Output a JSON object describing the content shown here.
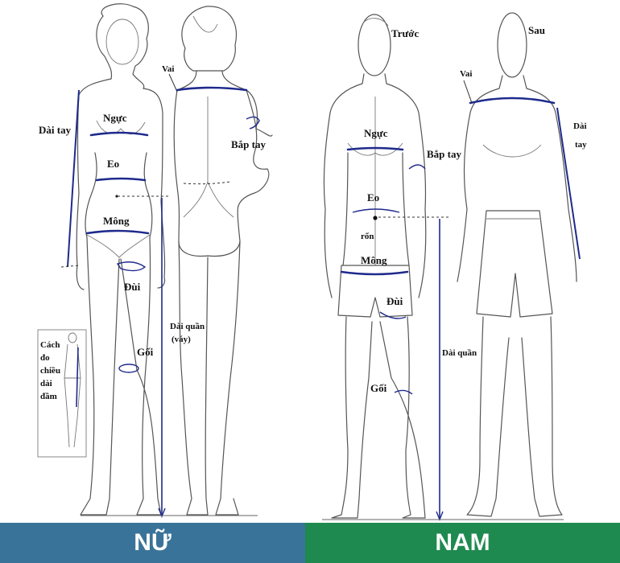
{
  "women": {
    "labels": {
      "sleeve": "Dài tay",
      "chest": "Ngực",
      "waist": "Eo",
      "hip": "Mông",
      "thigh": "Đùi",
      "knee": "Gối",
      "shoulder": "Vai",
      "bicep": "Bắp tay",
      "pants_length_1": "Dài quần",
      "pants_length_2": "(váy)"
    },
    "inset_caption": [
      "Cách",
      "đo",
      "chiều",
      "dài",
      "đầm"
    ]
  },
  "men": {
    "labels": {
      "front": "Trước",
      "back": "Sau",
      "shoulder": "Vai",
      "sleeve_1": "Dài",
      "sleeve_2": "tay",
      "chest": "Ngực",
      "bicep": "Bắp tay",
      "waist": "Eo",
      "navel": "rốn",
      "hip": "Mông",
      "thigh": "Đùi",
      "pants_length": "Dài quần",
      "knee": "Gối"
    }
  },
  "footer": {
    "women_tab": "NỮ",
    "men_tab": "NAM",
    "women_color": "#3a7399",
    "men_color": "#1e8a4f"
  },
  "colors": {
    "measure_line": "#1f2a8c",
    "outline": "#555555"
  }
}
